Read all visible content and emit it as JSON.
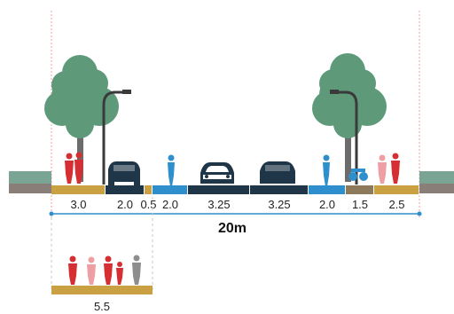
{
  "diagram": {
    "segments": [
      {
        "label": "3.0",
        "kind": "sidewalk"
      },
      {
        "label": "2.0",
        "kind": "parking"
      },
      {
        "label": "0.5",
        "kind": "buffer"
      },
      {
        "label": "2.0",
        "kind": "bike-lane"
      },
      {
        "label": "3.25",
        "kind": "travel-lane"
      },
      {
        "label": "3.25",
        "kind": "travel-lane"
      },
      {
        "label": "2.0",
        "kind": "bike-lane"
      },
      {
        "label": "1.5",
        "kind": "furnishing"
      },
      {
        "label": "2.5",
        "kind": "sidewalk"
      }
    ],
    "total_width": "20m",
    "inset_width": "5.5"
  },
  "colors": {
    "sidewalk": "#c9a042",
    "bike_lane": "#2f8fcc",
    "travel_lane": "#1f3548",
    "car": "#1f3548",
    "pedestrian": "#d62f33",
    "pedestrian_light": "#ee9fa4",
    "pedestrian_grey": "#8e8e8e",
    "cyclist": "#2f8fcc",
    "tree": "#5e9a7a",
    "trunk": "#6c6c6c",
    "lamp": "#3a3a3a",
    "dimension_line": "#2f8fcc",
    "guide_line": "#f5a0a0",
    "ground_green": "#7aa595",
    "ground_grey": "#8a7f78"
  }
}
